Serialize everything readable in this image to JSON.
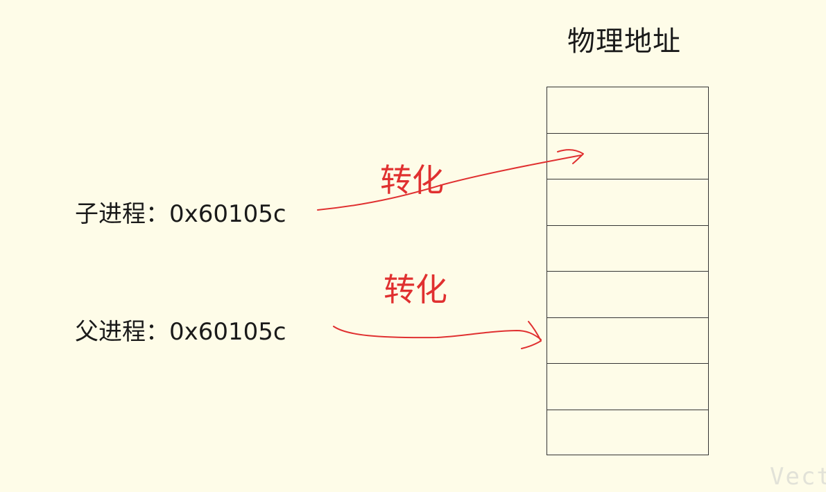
{
  "physical_memory": {
    "title": "物理地址",
    "cells": [
      "",
      "",
      "",
      "",
      "",
      "",
      "",
      ""
    ]
  },
  "child_process": {
    "label": "子进程：0x60105c"
  },
  "parent_process": {
    "label": "父进程：0x60105c"
  },
  "conversions": {
    "child_label": "转化",
    "parent_label": "转化"
  },
  "colors": {
    "annotation": "#e03030",
    "background": "#fefce8",
    "grid": "#333333"
  },
  "watermark": "Vect"
}
